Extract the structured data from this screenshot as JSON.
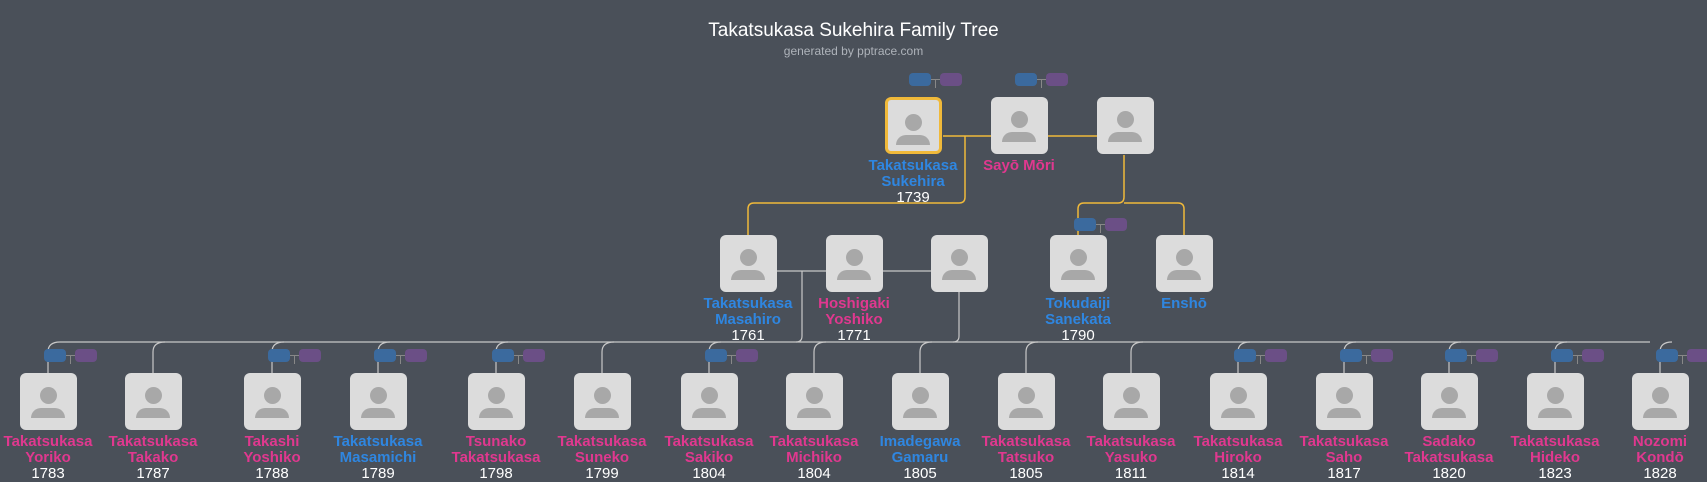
{
  "header": {
    "title": "Takatsukasa Sukehira Family Tree",
    "subtitle": "generated by pptrace.com"
  },
  "colors": {
    "background": "#4a5059",
    "male": "#2f86e0",
    "female": "#e0388f",
    "lineage_line": "#f0b93a",
    "child_line": "#c8c8c8"
  },
  "generations": [
    [
      {
        "name": "Takatsukasa\nSukehira",
        "year": "1739",
        "gender": "m",
        "selected": true,
        "badge": true
      },
      {
        "name": "Sayō Mōri",
        "year": "",
        "gender": "f",
        "badge": true
      },
      {
        "name": "",
        "year": "",
        "gender": "u",
        "badge": false
      }
    ],
    [
      {
        "name": "Takatsukasa\nMasahiro",
        "year": "1761",
        "gender": "m",
        "badge": false
      },
      {
        "name": "Hoshigaki\nYoshiko",
        "year": "1771",
        "gender": "f",
        "badge": false
      },
      {
        "name": "",
        "year": "",
        "gender": "u",
        "badge": false
      },
      {
        "name": "Tokudaiji\nSanekata",
        "year": "1790",
        "gender": "m",
        "badge": true
      },
      {
        "name": "Enshō",
        "year": "",
        "gender": "m",
        "badge": false
      }
    ],
    [
      {
        "name": "Takatsukasa\nYoriko",
        "year": "1783",
        "gender": "f",
        "badge": true
      },
      {
        "name": "Takatsukasa\nTakako",
        "year": "1787",
        "gender": "f",
        "badge": false
      },
      {
        "name": "Takashi\nYoshiko",
        "year": "1788",
        "gender": "f",
        "badge": true
      },
      {
        "name": "Takatsukasa\nMasamichi",
        "year": "1789",
        "gender": "m",
        "badge": true
      },
      {
        "name": "Tsunako\nTakatsukasa",
        "year": "1798",
        "gender": "f",
        "badge": true
      },
      {
        "name": "Takatsukasa\nSuneko",
        "year": "1799",
        "gender": "f",
        "badge": false
      },
      {
        "name": "Takatsukasa\nSakiko",
        "year": "1804",
        "gender": "f",
        "badge": true
      },
      {
        "name": "Takatsukasa\nMichiko",
        "year": "1804",
        "gender": "f",
        "badge": false
      },
      {
        "name": "Imadegawa\nGamaru",
        "year": "1805",
        "gender": "m",
        "badge": false
      },
      {
        "name": "Takatsukasa\nTatsuko",
        "year": "1805",
        "gender": "f",
        "badge": false
      },
      {
        "name": "Takatsukasa\nYasuko",
        "year": "1811",
        "gender": "f",
        "badge": false
      },
      {
        "name": "Takatsukasa\nHiroko",
        "year": "1814",
        "gender": "f",
        "badge": true
      },
      {
        "name": "Takatsukasa\nSaho",
        "year": "1817",
        "gender": "f",
        "badge": true
      },
      {
        "name": "Sadako\nTakatsukasa",
        "year": "1820",
        "gender": "f",
        "badge": true
      },
      {
        "name": "Takatsukasa\nHideko",
        "year": "1823",
        "gender": "f",
        "badge": true
      },
      {
        "name": "Nozomi\nKondō",
        "year": "1828",
        "gender": "f",
        "badge": true
      }
    ]
  ]
}
